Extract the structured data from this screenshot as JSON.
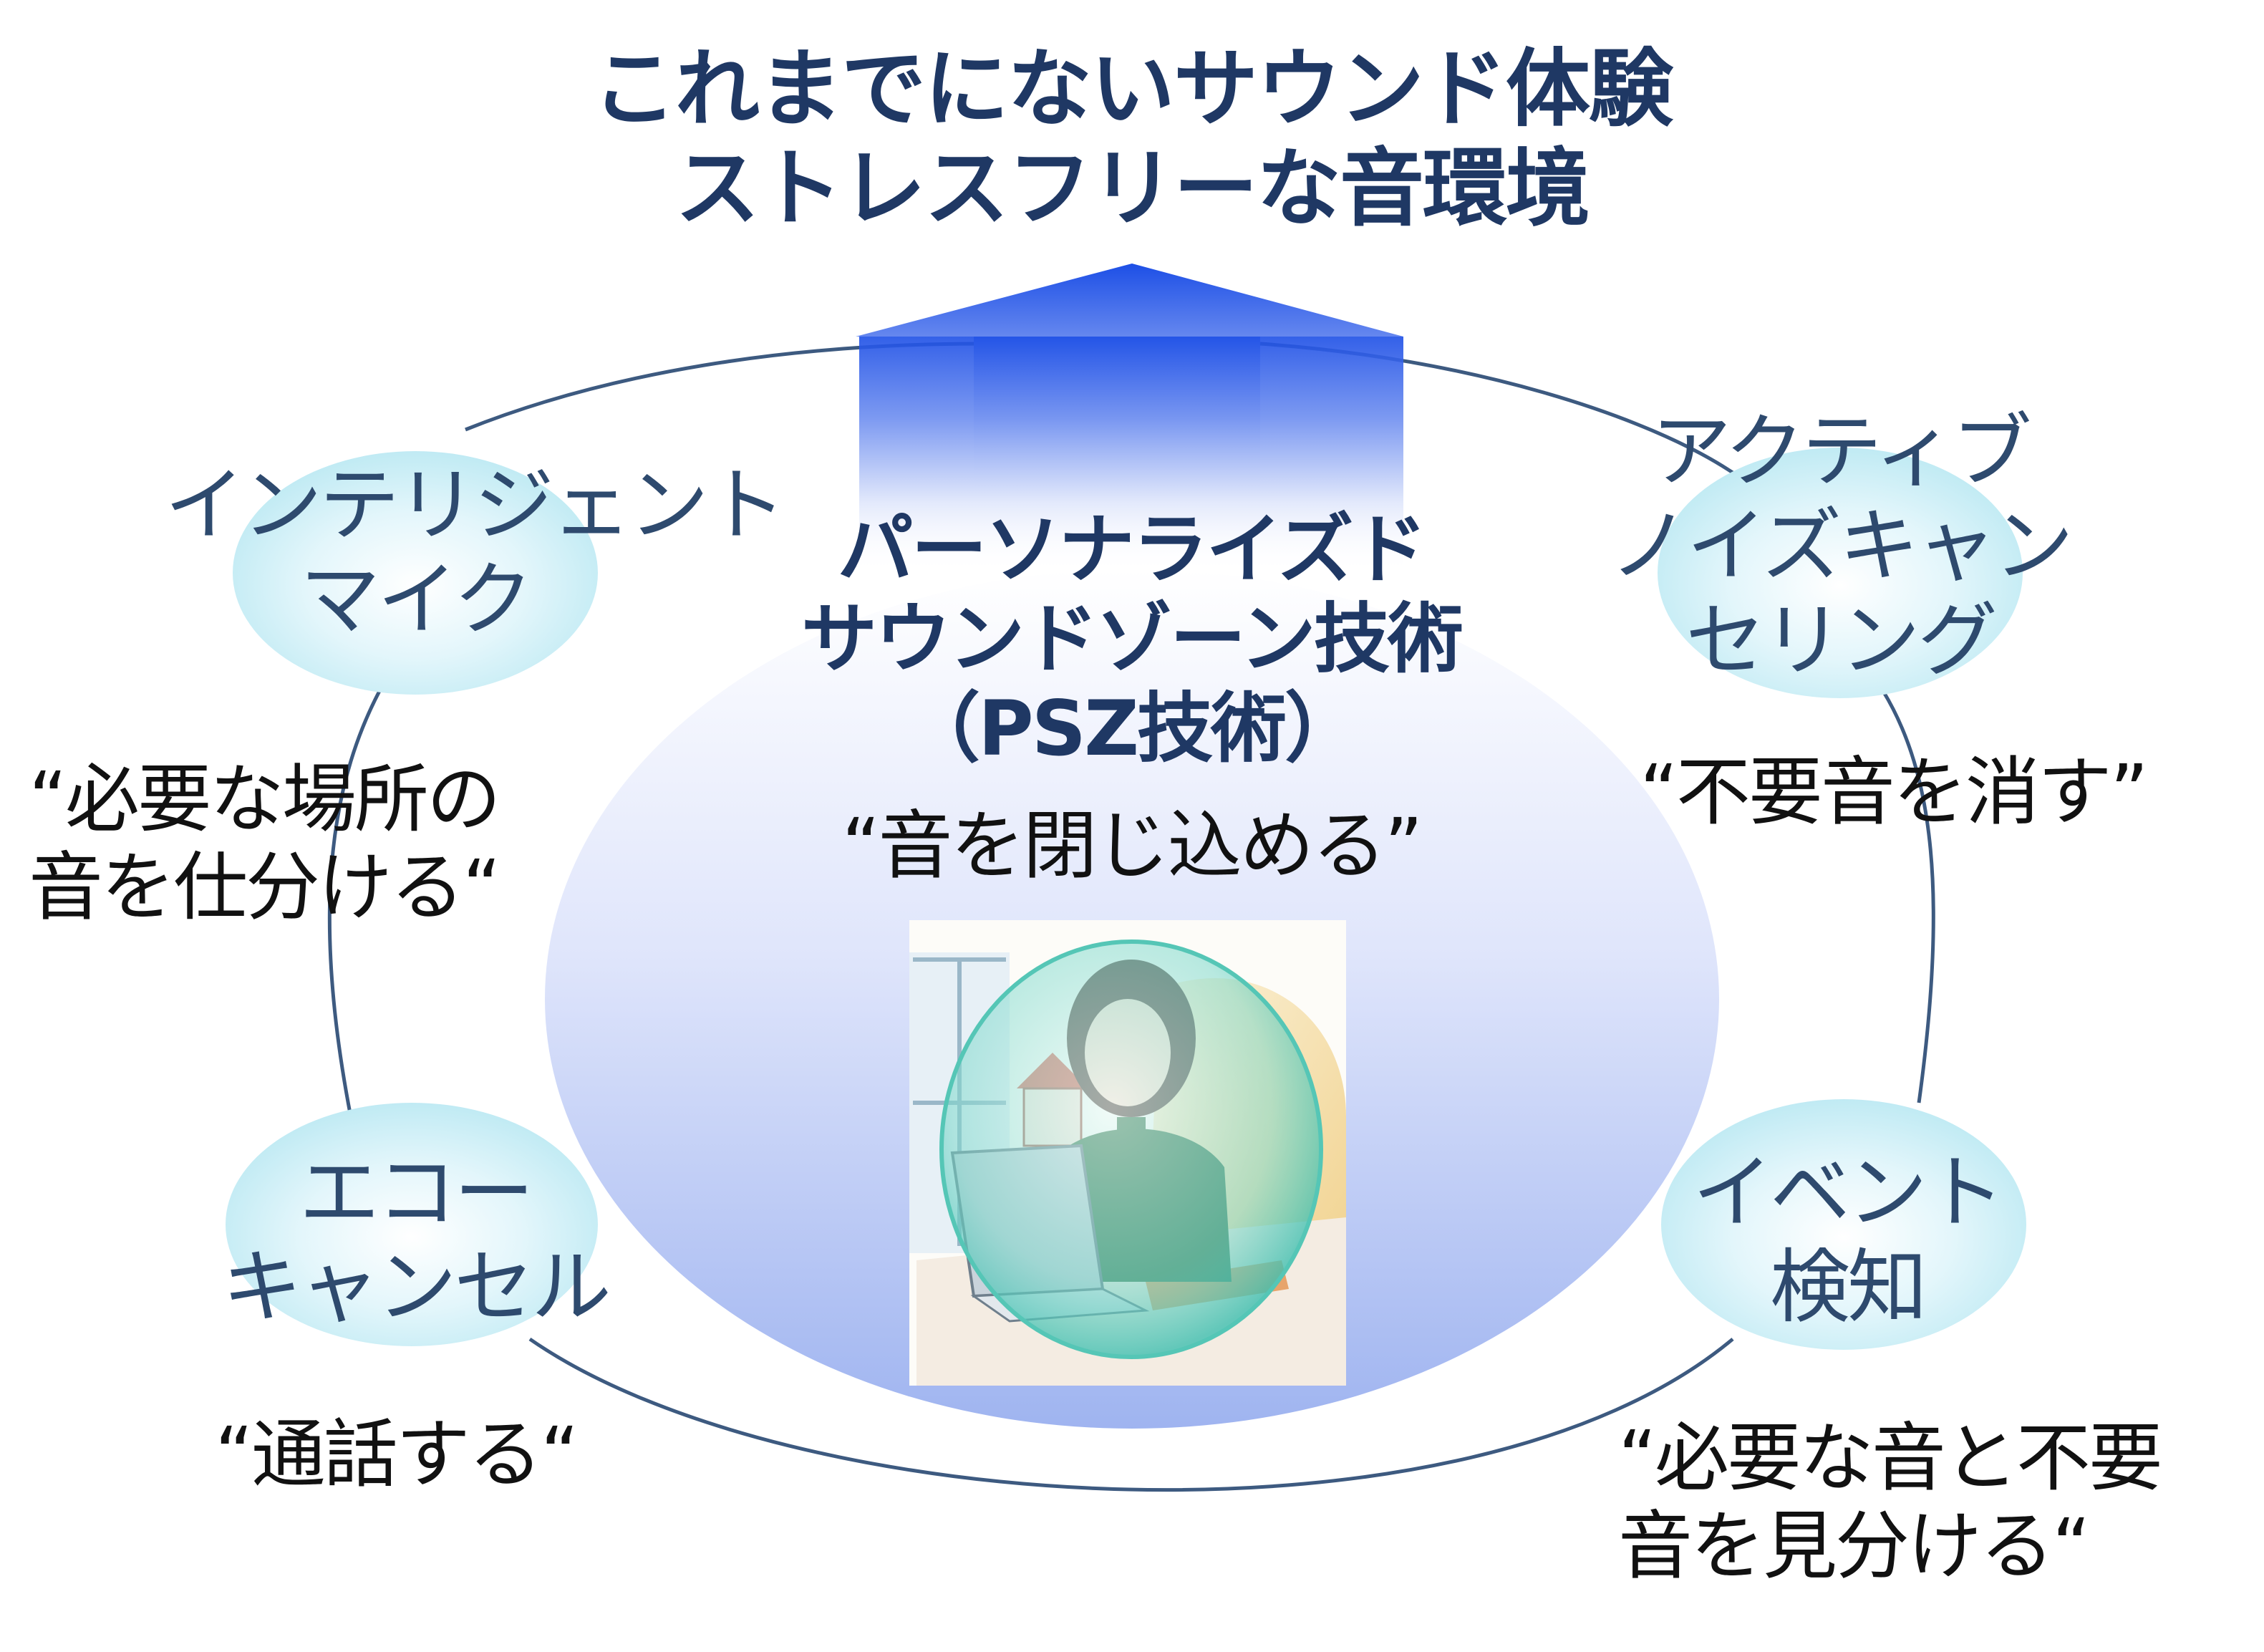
{
  "headline": {
    "line1": "これまでにないサウンド体験",
    "line2": "ストレスフリーな音環境"
  },
  "center": {
    "title_line1": "パーソナライズド",
    "title_line2": "サウンドゾーン技術",
    "title_line3": "（PSZ技術）",
    "quote": "“音を閉じ込める”"
  },
  "features": {
    "intelligent_mic": {
      "label_line1": "インテリジェント",
      "label_line2": "マイク",
      "quote_line1": "“必要な場所の",
      "quote_line2": "音を仕分ける“"
    },
    "anc": {
      "label_line1": "アクティブ",
      "label_line2": "ノイズキャン",
      "label_line3": "セリング",
      "quote_line1": "“不要音を消す”"
    },
    "echo_cancel": {
      "label_line1": "エコー",
      "label_line2": "キャンセル",
      "quote_line1": "“通話する“"
    },
    "event_detect": {
      "label_line1": "イベント",
      "label_line2": "検知",
      "quote_line1": "“必要な音と不要",
      "quote_line2": "音を見分ける“"
    }
  },
  "colors": {
    "headline": "#1f3864",
    "feature_text": "#2e4a6e",
    "ring": "#3d5a80",
    "arrow": "#1e4fe0",
    "bubble": "#cfeff7"
  }
}
